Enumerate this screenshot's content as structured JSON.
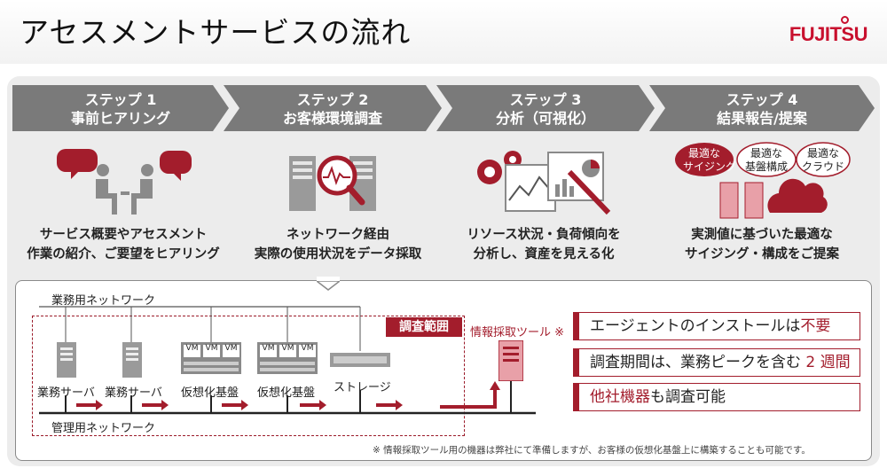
{
  "title": "アセスメントサービスの流れ",
  "logo": "FUJITSU",
  "steps": [
    {
      "num": "ステップ 1",
      "name": "事前ヒアリング",
      "desc1": "サービス概要やアセスメント",
      "desc2": "作業の紹介、ご要望をヒアリング"
    },
    {
      "num": "ステップ 2",
      "name": "お客様環境調査",
      "desc1": "ネットワーク経由",
      "desc2": "実際の使用状況をデータ採取"
    },
    {
      "num": "ステップ 3",
      "name": "分析（可視化）",
      "desc1": "リソース状況・負荷傾向を",
      "desc2": "分析し、資産を見える化"
    },
    {
      "num": "ステップ 4",
      "name": "結果報告/提案",
      "desc1": "実測値に基づいた最適な",
      "desc2": "サイジング・構成をご提案"
    }
  ],
  "bubbles": [
    {
      "line1": "最適な",
      "line2": "サイジング"
    },
    {
      "line1": "最適な",
      "line2": "基盤構成"
    },
    {
      "line1": "最適な",
      "line2": "クラウド"
    }
  ],
  "diagram": {
    "business_network": "業務用ネットワーク",
    "management_network": "管理用ネットワーク",
    "scope_label": "調査範囲",
    "tool_label": "情報採取ツール ※",
    "vm": "VM",
    "devices": [
      "業務サーバ",
      "業務サーバ",
      "仮想化基盤",
      "仮想化基盤",
      "ストレージ"
    ]
  },
  "features": {
    "f1_a": "エージェントのインストールは",
    "f1_b": "不要",
    "f2_a": "調査期間は、業務ピークを含む",
    "f2_b": "2 週間",
    "f3_a": "他社機器",
    "f3_b": "も調査可能"
  },
  "footnote": "※ 情報採取ツール用の機器は弊社にて準備しますが、お客様の仮想化基盤上に構築することも可能です。",
  "colors": {
    "accent": "#a31d2c",
    "step_gray": "#7a7a7a"
  }
}
